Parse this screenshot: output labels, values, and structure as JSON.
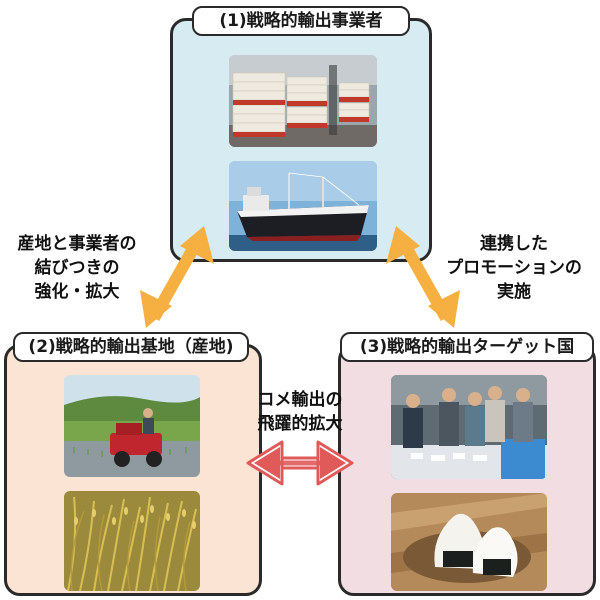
{
  "panels": {
    "exporter": {
      "title": "(1)戦略的輸出事業者"
    },
    "base": {
      "title": "(2)戦略的輸出基地（産地)"
    },
    "target": {
      "title": "(3)戦略的輸出ターゲット国"
    }
  },
  "labels": {
    "left": [
      "産地と事業者の",
      "結びつきの",
      "強化・拡大"
    ],
    "right": [
      "連携した",
      "プロモーションの",
      "実施"
    ],
    "center": [
      "コメ輸出の",
      "飛躍的拡大"
    ]
  },
  "colors": {
    "exporter_bg": "#d7ebf2",
    "base_bg": "#fbe4d3",
    "target_bg": "#f2dde3",
    "arrow_orange": "#f5b041",
    "arrow_red": "#e05a5a"
  },
  "photos": {
    "p1_top": "rice-sacks-warehouse",
    "p1_bottom": "cargo-ship",
    "p2_top": "rice-planting-machine",
    "p2_bottom": "rice-ears",
    "p3_top": "tasting-promotion-event",
    "p3_bottom": "onigiri-rice-balls"
  }
}
